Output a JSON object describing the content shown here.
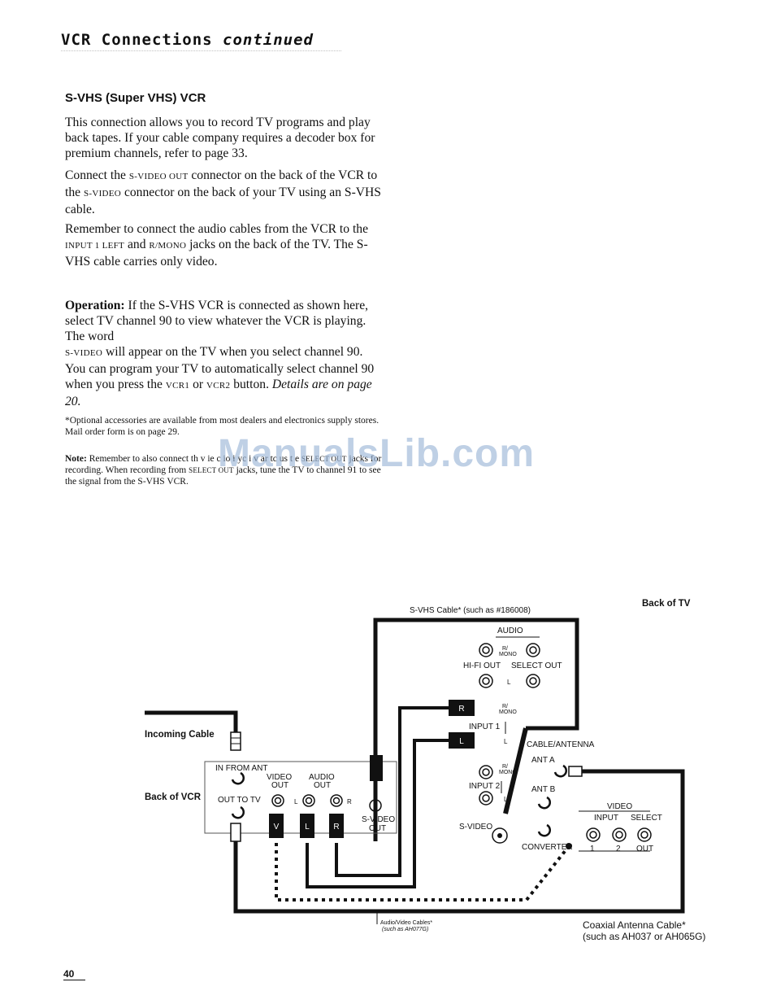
{
  "header": {
    "main": "VCR Connections",
    "continued": "continued"
  },
  "section": {
    "title": "S-VHS (Super VHS) VCR"
  },
  "para1": "This connection allows you to record TV programs and play back tapes.  If your cable company requires a decoder box for premium channels, refer to page 33.",
  "para2": {
    "a": "Connect the ",
    "b": "S-VIDEO OUT",
    "c": " connector on the back of the VCR to the ",
    "d": "S-VIDEO",
    "e": " connector on the back of your TV using an S-VHS cable."
  },
  "para3": {
    "a": "Remember to connect the audio cables from the VCR to the ",
    "b": "INPUT 1 LEFT",
    "c": " and ",
    "d": "R/MONO",
    "e": " jacks on the back of the TV.  The S-VHS cable carries only video."
  },
  "operation": {
    "label": "Operation:",
    "a": " If the S-VHS VCR is connected as shown here, select TV channel 90 to view whatever the VCR is playing.  The word",
    "b": "S-VIDEO",
    "c": " will appear on the TV when you select channel 90. You can program your TV to automatically select channel 90 when you press the ",
    "d": "VCR1",
    "e": " or ",
    "f": "VCR2",
    "g": " button. ",
    "details": "Details are on page 20."
  },
  "footnote": "*Optional accessories are available from most dealers and electronics supply stores.  Mail order form is on page 29.",
  "note": {
    "label": "Note:",
    "a": " Remember to also connect th  v  ie  c  io  i  yc  i  v  ar  tc  us  t  e",
    "b": "SELECT OUT",
    "c": " jacks for recording.  When recording from ",
    "d": "SELECT OUT",
    "e": " jacks, tune the TV to channel 91 to see the signal from the S-VHS VCR."
  },
  "watermark": "ManualsLib.com",
  "diagram": {
    "back_of_tv": "Back of TV",
    "svhs_cable": "S-VHS Cable* (such as #186008)",
    "audio": "AUDIO",
    "r_mono": "R/\nMONO",
    "hifi_out": "HI-FI  OUT",
    "select_out": "SELECT OUT",
    "l": "L",
    "r": "R",
    "v": "V",
    "input1": "INPUT 1",
    "input2": "INPUT 2",
    "cable_antenna": "CABLE/ANTENNA",
    "ant_a": "ANT A",
    "ant_b": "ANT B",
    "video": "VIDEO",
    "input": "INPUT",
    "select": "SELECT",
    "n1": "1",
    "n2": "2",
    "out": "OUT",
    "s_video": "S-VIDEO",
    "converter": "CONVERTER",
    "incoming_cable": "Incoming Cable",
    "back_of_vcr": "Back of VCR",
    "in_from_ant": "IN FROM ANT",
    "out_to_tv": "OUT TO TV",
    "vcr_video_out": "VIDEO\nOUT",
    "vcr_audio_out": "AUDIO\nOUT",
    "vcr_svideo_out": "S-VIDEO\nOUT",
    "av_cables": "Audio/Video Cables*",
    "av_cables_such": "(such as AH077G)",
    "coax_cable": "Coaxial Antenna Cable*",
    "coax_such": "(such as AH037 or AH065G)"
  },
  "page_number": "40"
}
